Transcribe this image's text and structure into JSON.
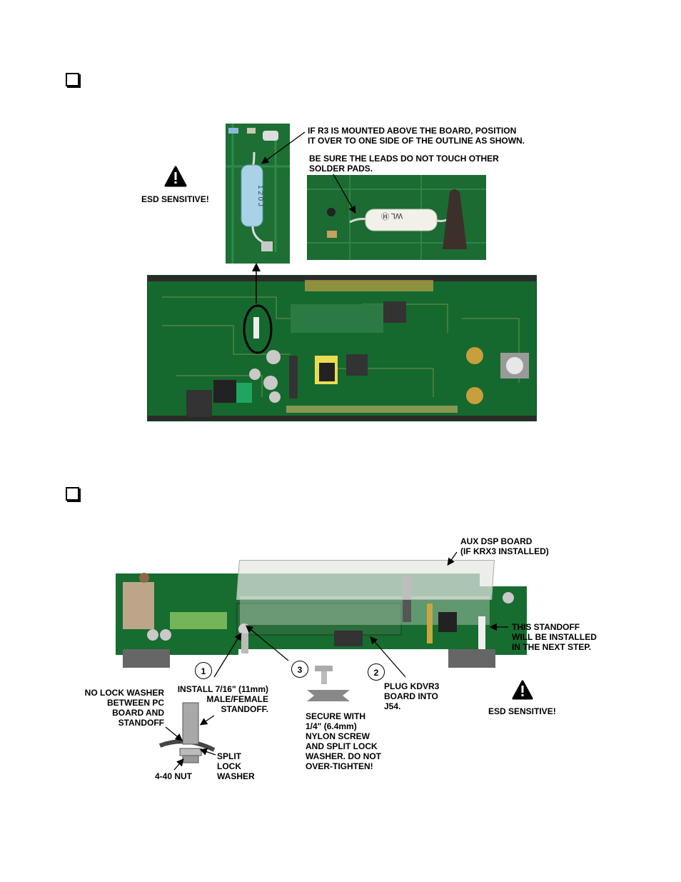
{
  "step1": {
    "callout_r3": "IF R3 IS MOUNTED ABOVE THE BOARD, POSITION\nIT OVER TO ONE SIDE OF THE OUTLINE AS SHOWN.",
    "callout_leads": "BE SURE THE LEADS DO NOT TOUCH OTHER\nSOLDER PADS.",
    "esd": "ESD SENSITIVE!",
    "resistor_text": "1 2 0 J",
    "resistor_text2": "WL Ⓜ"
  },
  "step2": {
    "aux_dsp": "AUX DSP BOARD\n(IF KRX3 INSTALLED)",
    "standoff_next": "THIS STANDOFF\nWILL BE INSTALLED\nIN THE NEXT STEP.",
    "no_lock_washer": "NO LOCK WASHER\nBETWEEN PC\nBOARD AND\nSTANDOFF",
    "install": "INSTALL 7/16\" (11mm)\nMALE/FEMALE\nSTANDOFF.",
    "plug": "PLUG KDVR3\nBOARD INTO\nJ54.",
    "secure": "SECURE WITH\n1/4\" (6.4mm)\nNYLON SCREW\nAND SPLIT LOCK\nWASHER. DO NOT\nOVER-TIGHTEN!",
    "split_lock": "SPLIT\nLOCK\nWASHER",
    "nut": "4-40 NUT",
    "esd": "ESD SENSITIVE!",
    "num1": "1",
    "num2": "2",
    "num3": "3"
  }
}
